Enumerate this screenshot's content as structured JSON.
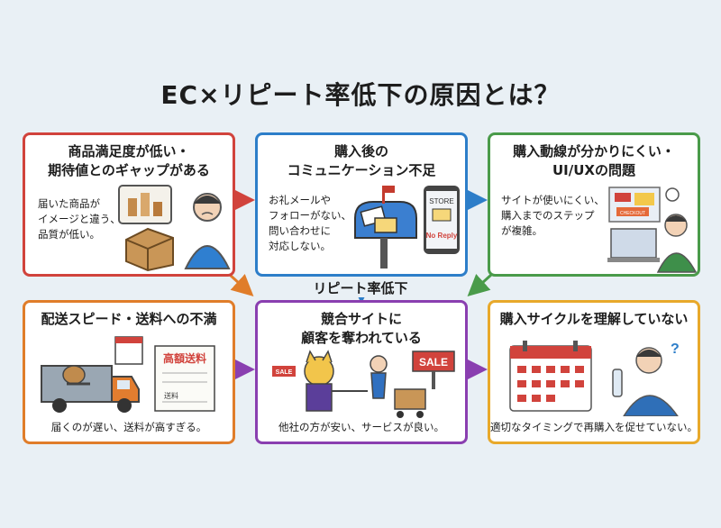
{
  "title": "EC×リピート率低下の原因とは？",
  "center_label": "リピート率低下",
  "cards": [
    {
      "heading": "商品満足度が低い・\n期待値とのギャップがある",
      "body": "届いた商品が\nイメージと違う、\n品質が低い。",
      "color": "#d1433c"
    },
    {
      "heading": "購入後の\nコミュニケーション不足",
      "body": "お礼メールや\nフォローがない、\n問い合わせに\n対応しない。",
      "color": "#2d7ec9",
      "phone_store": "STORE",
      "phone_noreply": "No Reply"
    },
    {
      "heading": "購入動線が分かりにくい・\nUI/UXの問題",
      "body": "サイトが使いにくい、\n購入までのステップ\nが複雑。",
      "color": "#4a9b4a",
      "checkout": "CHECKOUT"
    },
    {
      "heading": "配送スピード・送料への不満",
      "foot": "届くのが遅い、送料が高すぎる。",
      "color": "#e07d2a",
      "receipt_title": "高額送料",
      "receipt_line": "送料"
    },
    {
      "heading": "競合サイトに\n顧客を奪われている",
      "foot": "他社の方が安い、サービスが良い。",
      "color": "#8a3fb0",
      "sale_small": "SALE",
      "sale_big": "SALE"
    },
    {
      "heading": "購入サイクルを理解していない",
      "foot": "適切なタイミングで再購入を促せていない。",
      "color": "#e8a92b"
    }
  ]
}
